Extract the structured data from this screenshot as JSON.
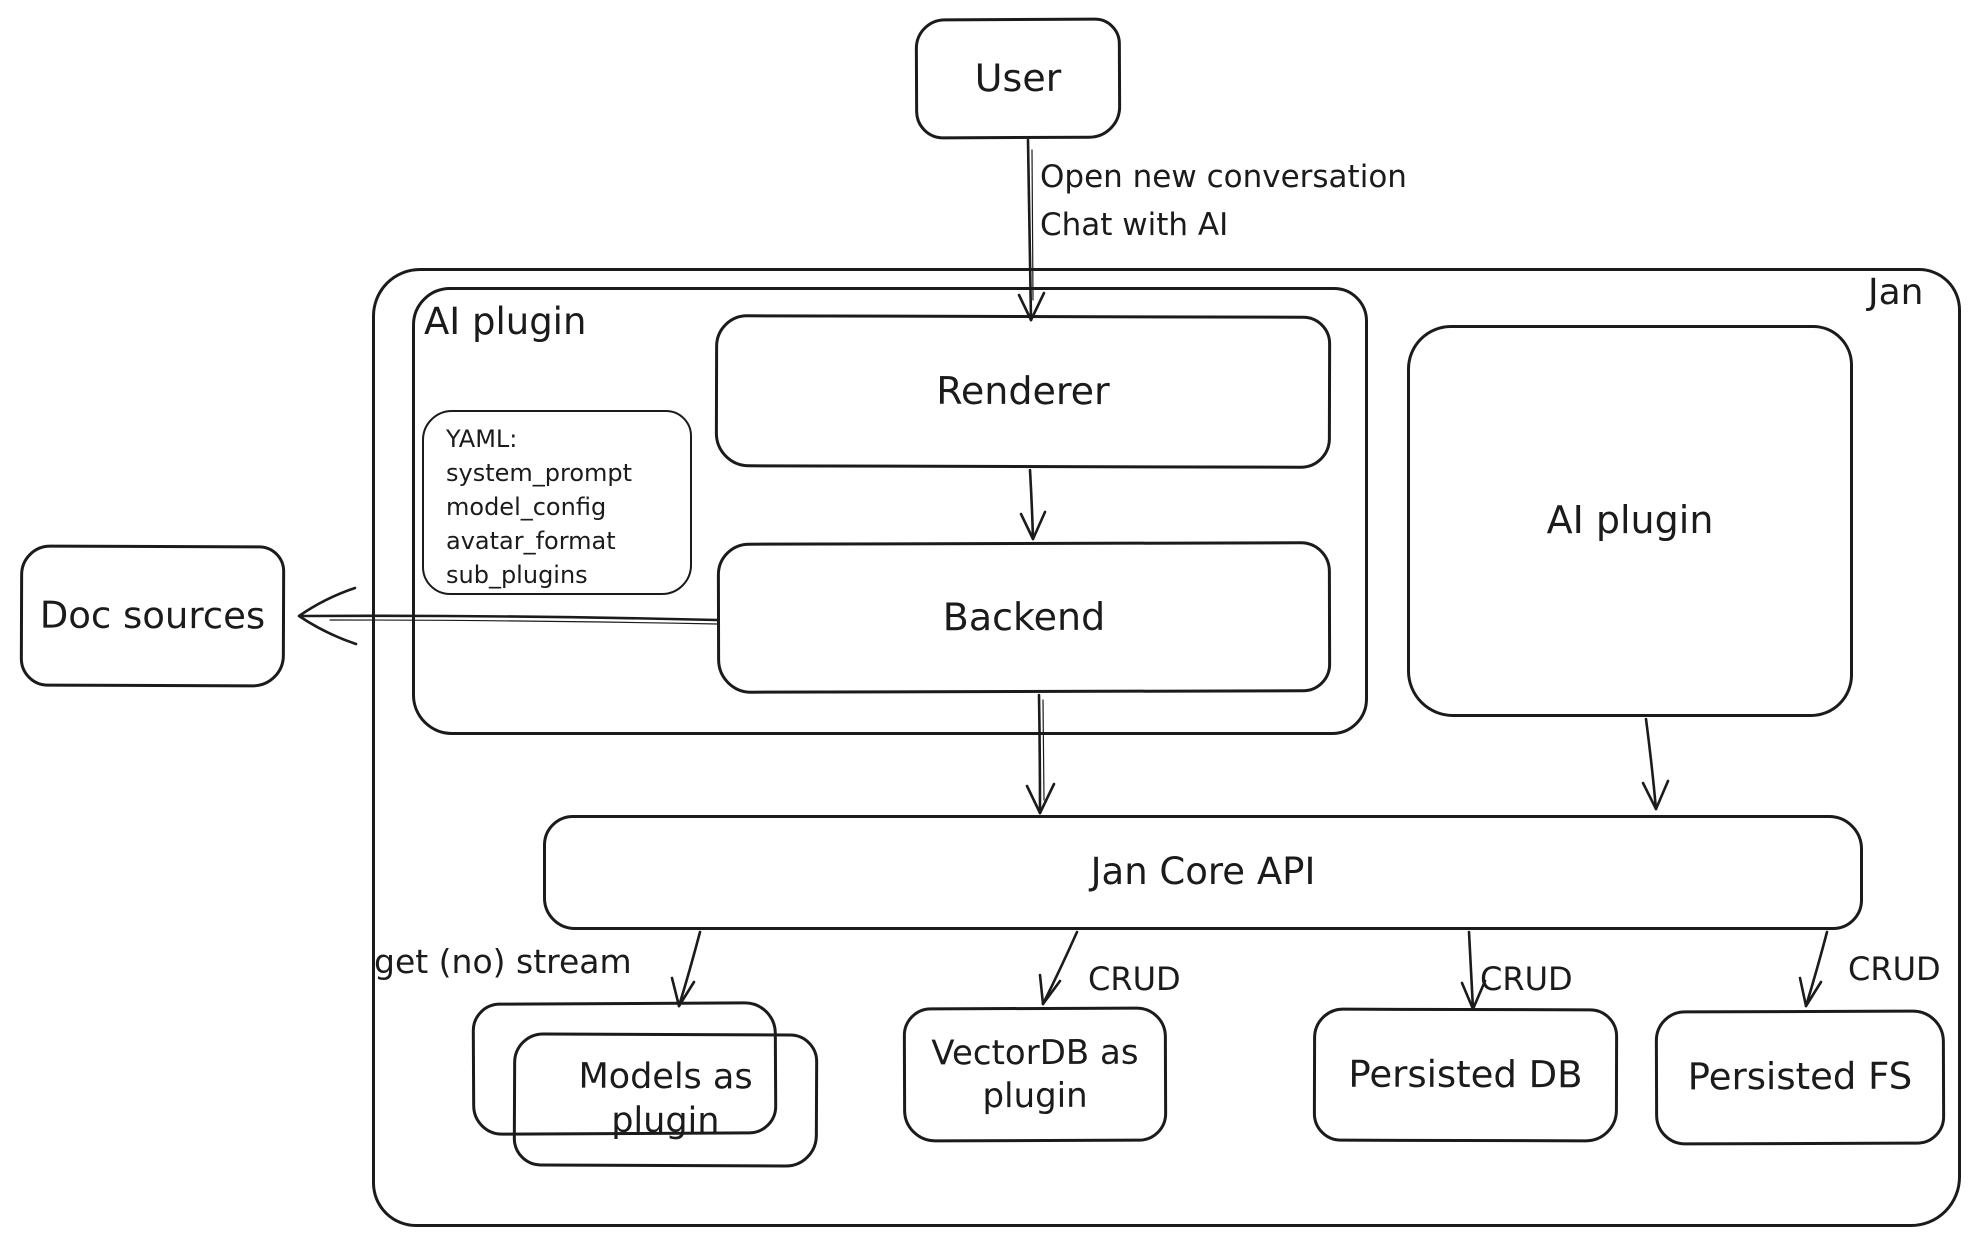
{
  "diagram": {
    "background": "#ffffff",
    "stroke_color": "#1b1b1b"
  },
  "nodes": {
    "user": {
      "label": "User"
    },
    "jan_container": {
      "label": "Jan"
    },
    "ai_plugin_left": {
      "label": "AI plugin"
    },
    "renderer": {
      "label": "Renderer"
    },
    "yaml_note": {
      "lines": [
        "YAML:",
        "system_prompt",
        "model_config",
        "avatar_format",
        "sub_plugins"
      ],
      "text": "YAML:\nsystem_prompt\nmodel_config\navatar_format\nsub_plugins"
    },
    "backend": {
      "label": "Backend"
    },
    "ai_plugin_right": {
      "label": "AI plugin"
    },
    "doc_sources": {
      "label": "Doc sources"
    },
    "jan_core_api": {
      "label": "Jan Core API"
    },
    "models_plugin": {
      "label": "Models as\nplugin"
    },
    "vectordb_plugin": {
      "label": "VectorDB as\nplugin"
    },
    "persisted_db": {
      "label": "Persisted DB"
    },
    "persisted_fs": {
      "label": "Persisted FS"
    }
  },
  "edges": {
    "user_to_renderer": {
      "label": "Open new conversation\nChat with AI"
    },
    "jan_core_to_models": {
      "label": "get (no) stream"
    },
    "jan_core_to_vectordb": {
      "label": "CRUD"
    },
    "jan_core_to_persisted_db": {
      "label": "CRUD"
    },
    "jan_core_to_persisted_fs": {
      "label": "CRUD"
    }
  }
}
